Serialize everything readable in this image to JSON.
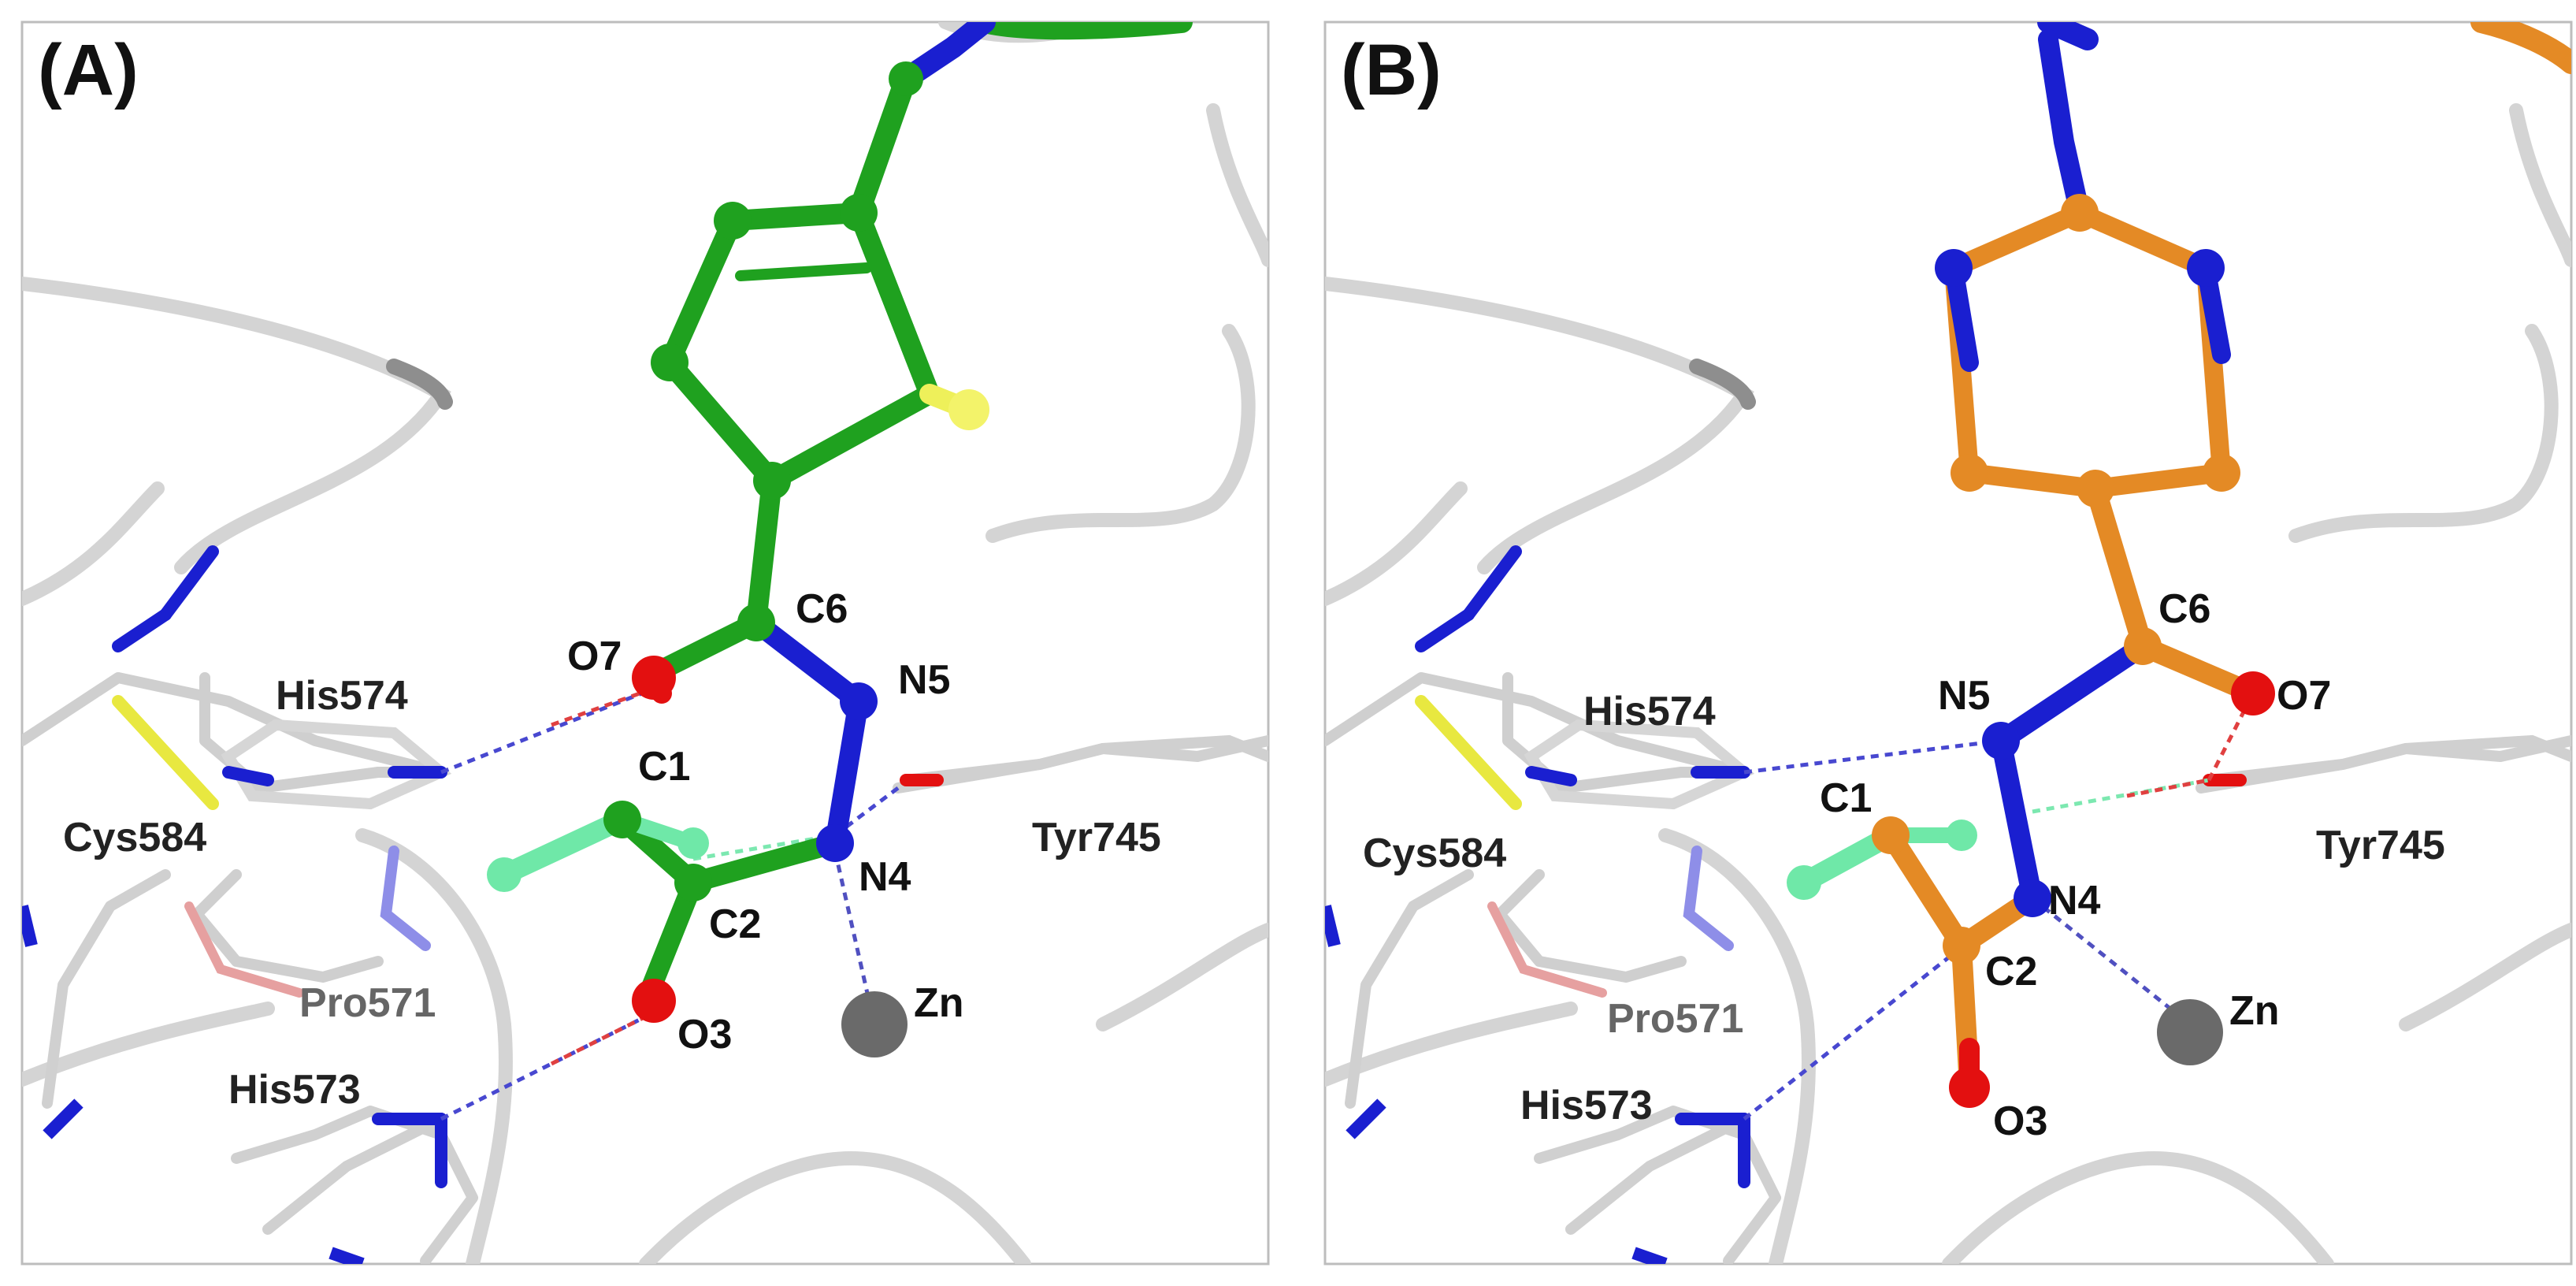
{
  "colors": {
    "ligand_a": "#1fa11f",
    "ligand_b": "#e48a25",
    "nitrogen": "#1a1fd0",
    "oxygen": "#e31010",
    "sulfur": "#eef05a",
    "fluorine": "#6fe8a8",
    "zinc": "#6a6a6a",
    "protein_ribbon": "#d2d2d2",
    "hbond_blue": "#2a2ae0",
    "hbond_red": "#e03030"
  },
  "panels": [
    {
      "label": "(A)",
      "ligand_color": "ligand_a",
      "atoms": {
        "C1": "C1",
        "C2": "C2",
        "C6": "C6",
        "N4": "N4",
        "N5": "N5",
        "O3": "O3",
        "O7": "O7",
        "Zn": "Zn"
      },
      "residues": {
        "his574": "His574",
        "cys584": "Cys584",
        "tyr745": "Tyr745",
        "pro571": "Pro571",
        "his573": "His573"
      }
    },
    {
      "label": "(B)",
      "ligand_color": "ligand_b",
      "atoms": {
        "C1": "C1",
        "C2": "C2",
        "C6": "C6",
        "N4": "N4",
        "N5": "N5",
        "O3": "O3",
        "O7": "O7",
        "Zn": "Zn"
      },
      "residues": {
        "his574": "His574",
        "cys584": "Cys584",
        "tyr745": "Tyr745",
        "pro571": "Pro571",
        "his573": "His573"
      }
    }
  ]
}
